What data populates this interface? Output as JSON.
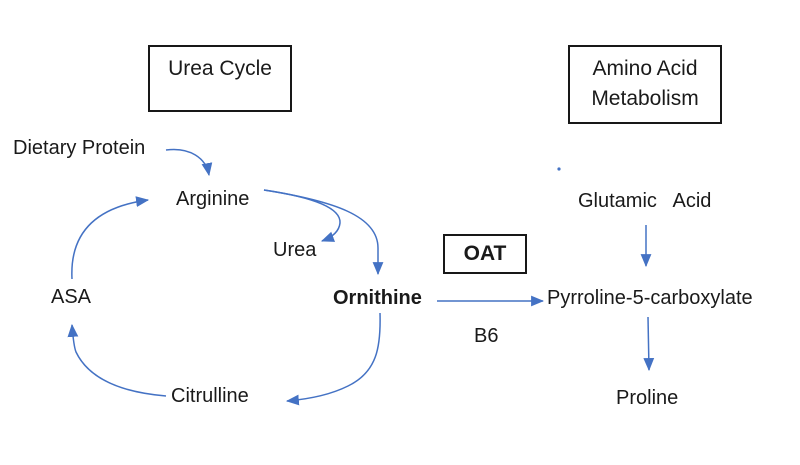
{
  "diagram": {
    "colors": {
      "arrow": "#4472C4",
      "text": "#1a1a1a",
      "box_border": "#181818",
      "background": "#ffffff"
    },
    "boxes": {
      "urea_cycle": {
        "label": "Urea Cycle"
      },
      "amino_acid_metabolism": {
        "label_line1": "Amino Acid",
        "label_line2": "Metabolism"
      },
      "oat": {
        "label": "OAT"
      }
    },
    "nodes": {
      "dietary_protein": "Dietary Protein",
      "arginine": "Arginine",
      "urea": "Urea",
      "ornithine": "Ornithine",
      "asa": "ASA",
      "citrulline": "Citrulline",
      "glutamic_acid": "Glutamic   Acid",
      "pyrroline_5_carboxylate": "Pyrroline-5-carboxylate",
      "proline": "Proline",
      "b6_cofactor": "B6"
    },
    "arrows": [
      {
        "from": "Dietary Protein",
        "to": "Arginine"
      },
      {
        "from": "Arginine",
        "to": "Urea"
      },
      {
        "from": "Arginine",
        "to": "Ornithine"
      },
      {
        "from": "Ornithine",
        "to": "Citrulline"
      },
      {
        "from": "Citrulline",
        "to": "ASA"
      },
      {
        "from": "ASA",
        "to": "Arginine"
      },
      {
        "from": "Ornithine",
        "to": "Pyrroline-5-carboxylate",
        "enzyme": "OAT",
        "cofactor": "B6"
      },
      {
        "from": "Glutamic Acid",
        "to": "Pyrroline-5-carboxylate"
      },
      {
        "from": "Pyrroline-5-carboxylate",
        "to": "Proline"
      }
    ]
  }
}
